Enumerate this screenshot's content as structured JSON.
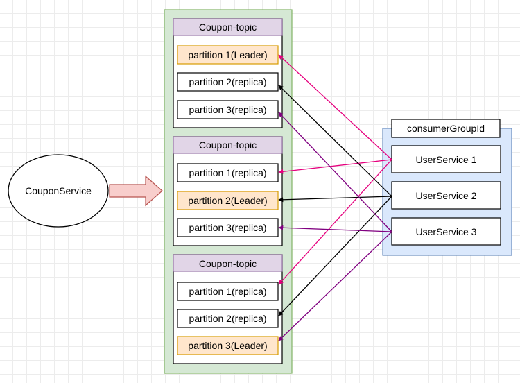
{
  "producer": {
    "label": "CouponService"
  },
  "topics": [
    {
      "title": "Coupon-topic",
      "partitions": [
        {
          "label": "partition 1(Leader)",
          "leader": true
        },
        {
          "label": "partition 2(replica)",
          "leader": false
        },
        {
          "label": "partition 3(replica)",
          "leader": false
        }
      ]
    },
    {
      "title": "Coupon-topic",
      "partitions": [
        {
          "label": "partition 1(replica)",
          "leader": false
        },
        {
          "label": "partition 2(Leader)",
          "leader": true
        },
        {
          "label": "partition 3(replica)",
          "leader": false
        }
      ]
    },
    {
      "title": "Coupon-topic",
      "partitions": [
        {
          "label": "partition 1(replica)",
          "leader": false
        },
        {
          "label": "partition 2(replica)",
          "leader": false
        },
        {
          "label": "partition 3(Leader)",
          "leader": true
        }
      ]
    }
  ],
  "consumer_group": {
    "title": "consumerGroupId",
    "services": [
      "UserService 1",
      "UserService 2",
      "UserService 3"
    ]
  },
  "connections": [
    {
      "from": 0,
      "topic": 0,
      "partition": 0,
      "color": "#e6007e"
    },
    {
      "from": 0,
      "topic": 1,
      "partition": 0,
      "color": "#e6007e"
    },
    {
      "from": 0,
      "topic": 2,
      "partition": 0,
      "color": "#e6007e"
    },
    {
      "from": 1,
      "topic": 0,
      "partition": 1,
      "color": "#000000"
    },
    {
      "from": 1,
      "topic": 1,
      "partition": 1,
      "color": "#000000"
    },
    {
      "from": 1,
      "topic": 2,
      "partition": 1,
      "color": "#000000"
    },
    {
      "from": 2,
      "topic": 0,
      "partition": 2,
      "color": "#800080"
    },
    {
      "from": 2,
      "topic": 1,
      "partition": 2,
      "color": "#800080"
    },
    {
      "from": 2,
      "topic": 2,
      "partition": 2,
      "color": "#800080"
    }
  ],
  "colors": {
    "outer_fill": "#d5e8d4",
    "outer_stroke": "#82b366",
    "topic_header_fill": "#e1d5e7",
    "topic_header_stroke": "#9673a6",
    "leader_fill": "#ffe6cc",
    "leader_stroke": "#d79b00",
    "group_fill": "#dae8fc",
    "group_stroke": "#6c8ebf",
    "arrow_fill": "#f8cecc",
    "arrow_stroke": "#b85450"
  }
}
